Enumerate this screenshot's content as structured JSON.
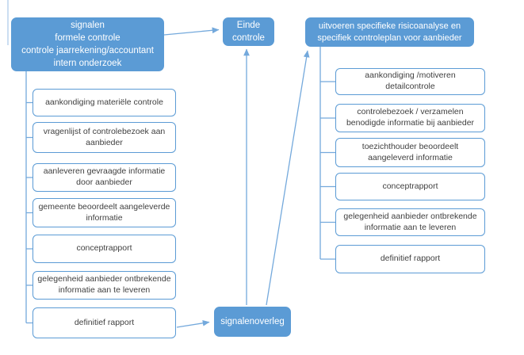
{
  "diagram": {
    "colors": {
      "accent_blue": "#5B9BD5",
      "connector_line": "#74A9DC",
      "box_text": "#3f3f3f"
    },
    "start_box": {
      "label": "signalen\nformele controle\ncontrole jaarrekening/accountant\nintern onderzoek"
    },
    "einde_box": {
      "label": "Einde controle"
    },
    "right_header_box": {
      "label": "uitvoeren specifieke risicoanalyse en specifiek controleplan voor aanbieder"
    },
    "signalenoverleg_box": {
      "label": "signalenoverleg"
    },
    "left_steps": [
      "aankondiging materiële controle",
      "vragenlijst of controlebezoek aan aanbieder",
      "aanleveren gevraagde informatie door aanbieder",
      "gemeente beoordeelt aangeleverde informatie",
      "conceptrapport",
      "gelegenheid aanbieder ontbrekende informatie aan te leveren",
      "definitief rapport"
    ],
    "right_steps": [
      "aankondiging /motiveren detailcontrole",
      "controlebezoek / verzamelen benodigde informatie bij aanbieder",
      "toezichthouder beoordeelt aangeleverd informatie",
      "conceptrapport",
      "gelegenheid aanbieder ontbrekende informatie aan te leveren",
      "definitief rapport"
    ]
  }
}
